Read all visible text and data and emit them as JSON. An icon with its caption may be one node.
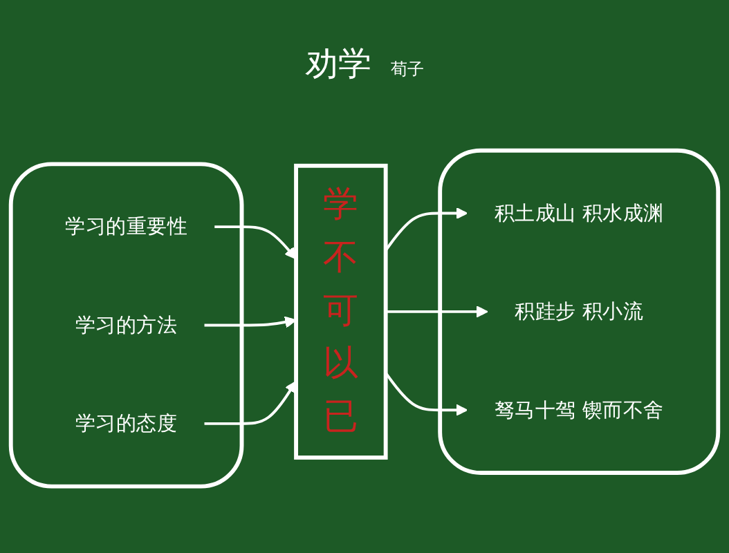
{
  "diagram": {
    "title": "劝学",
    "nodes": [
      {
        "text": [],
        "shape": "box"
      },
      {
        "text": [
          "学习的重要性"
        ],
        "in": 0
      },
      {
        "text": [
          "学习的方法"
        ],
        "in": 0
      },
      {
        "text": [
          "学习的态度"
        ],
        "in": 0
      },
      {
        "text": [
          "学不可以已"
        ]
      },
      {
        "text": [],
        "shape": "box"
      },
      {
        "text": [
          "积土成山 积水成渊"
        ],
        "in": 5
      },
      {
        "text": [
          "积跬步 积小流"
        ],
        "in": 5
      },
      {
        "text": [
          "驽马十驾 锲而不舍"
        ],
        "in": 5
      }
    ],
    "edges": [
      {
        "from": 1,
        "to": 4,
        "arrow": "to"
      },
      {
        "from": 2,
        "to": 4,
        "arrow": "to"
      },
      {
        "from": 3,
        "to": 4,
        "arrow": "to"
      },
      {
        "from": 4,
        "to": 6,
        "arrow": "to"
      },
      {
        "from": 4,
        "to": 7,
        "arrow": "to"
      },
      {
        "from": 4,
        "to": 8,
        "arrow": "to"
      }
    ],
    "labels": [
      "荀子"
    ]
  }
}
